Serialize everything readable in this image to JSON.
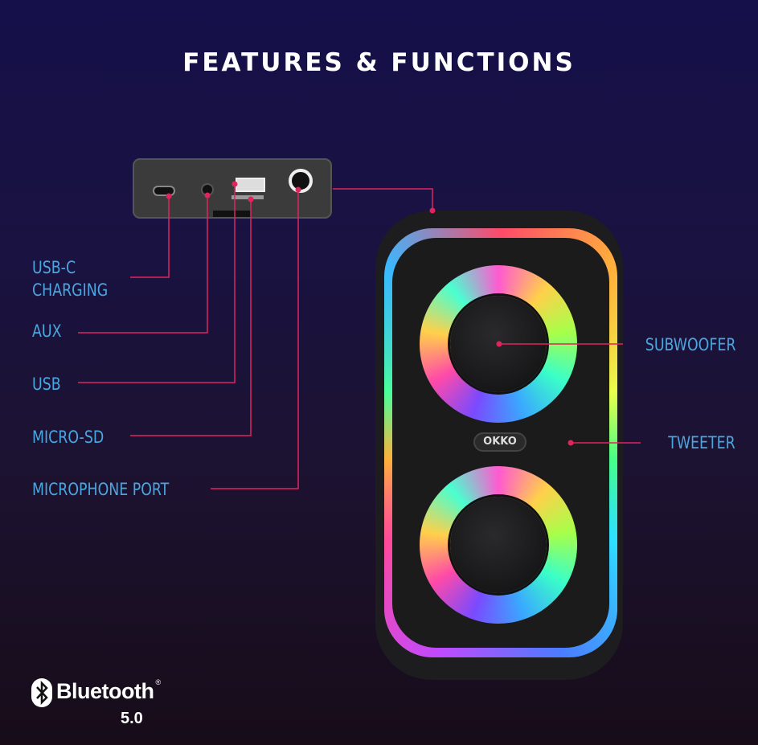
{
  "title": "FEATURES & FUNCTIONS",
  "labels": {
    "usbc_line1": "USB-C",
    "usbc_line2": "CHARGING",
    "aux": "AUX",
    "usb": "USB",
    "microsd": "MICRO-SD",
    "microphone": "MICROPHONE PORT",
    "subwoofer": "SUBWOOFER",
    "tweeter": "TWEETER"
  },
  "speaker_logo": "OKKO",
  "bluetooth": {
    "word": "Bluetooth",
    "registered": "®",
    "version": "5.0"
  },
  "colors": {
    "label": "#4aa6df",
    "leader_line": "#e0245e",
    "title": "#ffffff"
  }
}
